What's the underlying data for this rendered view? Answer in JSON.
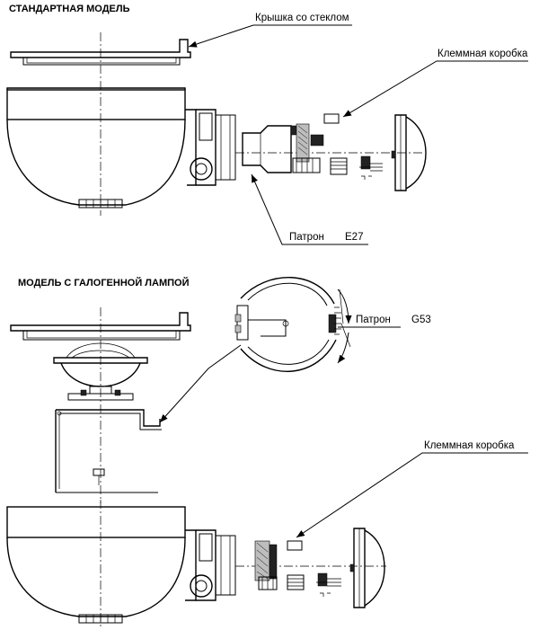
{
  "headings": {
    "standard_model": "СТАНДАРТНАЯ МОДЕЛЬ",
    "halogen_model": "МОДЕЛЬ С ГАЛОГЕННОЙ ЛАМПОЙ"
  },
  "labels": {
    "cover_with_glass": "Крышка со стеклом",
    "terminal_box_top": "Клеммная коробка",
    "socket_e27_label": "Патрон",
    "socket_e27_type": "E27",
    "socket_g53_label": "Патрон",
    "socket_g53_type": "G53",
    "terminal_box_bottom": "Клеммная коробка"
  },
  "icons": [
    "arrow-icon",
    "lamp-housing-icon",
    "socket-icon",
    "terminal-block-icon",
    "bracket-icon",
    "clamp-ring-icon"
  ]
}
